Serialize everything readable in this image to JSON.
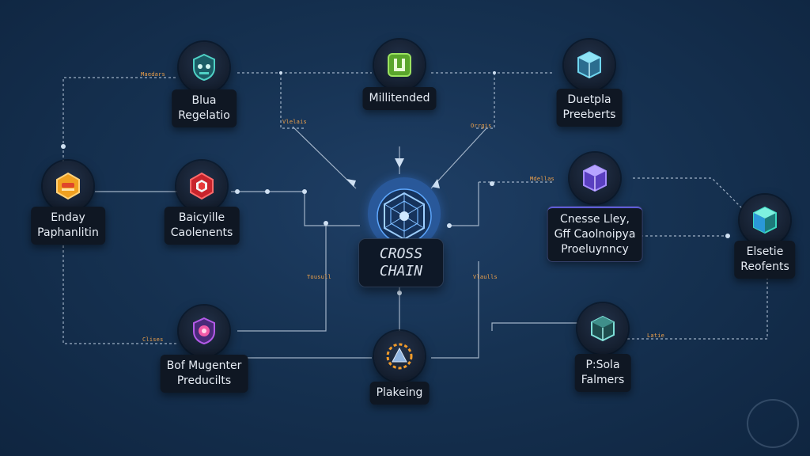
{
  "center": {
    "line1": "CROSS",
    "line2": "CHAIN"
  },
  "nodes": [
    {
      "id": "blua",
      "lines": [
        "Blua",
        "Regelatio"
      ],
      "icon": "shield-robot-icon",
      "accent": "#4fd1c5"
    },
    {
      "id": "millitended",
      "lines": [
        "Millitended"
      ],
      "icon": "green-chip-icon",
      "accent": "#7bd24a"
    },
    {
      "id": "duetpla",
      "lines": [
        "Duetpla",
        "Preeberts"
      ],
      "icon": "cyan-cube-icon",
      "accent": "#6fd6f0"
    },
    {
      "id": "enday",
      "lines": [
        "Enday",
        "Paphanlitin"
      ],
      "icon": "orange-hexagon-icon",
      "accent": "#f0a020"
    },
    {
      "id": "baicyille",
      "lines": [
        "Baicyille",
        "Caolenents"
      ],
      "icon": "red-hexagon-icon",
      "accent": "#e83a3a"
    },
    {
      "id": "cnesse",
      "lines": [
        "Cnesse Lley,",
        "Gff Caolnoipya",
        "Proeluynncy"
      ],
      "icon": "purple-cube-icon",
      "accent": "#8a6cf0"
    },
    {
      "id": "elsetie",
      "lines": [
        "Elsetie",
        "Reofents"
      ],
      "icon": "teal-cube-icon",
      "accent": "#3ad8c0"
    },
    {
      "id": "bof",
      "lines": [
        "Bof Mugenter",
        "Preducilts"
      ],
      "icon": "purple-badge-icon",
      "accent": "#b45ae8"
    },
    {
      "id": "plakeing",
      "lines": [
        "Plakeing"
      ],
      "icon": "orange-triangle-icon",
      "accent": "#f39c2a"
    },
    {
      "id": "psola",
      "lines": [
        "P:Sola",
        "Falmers"
      ],
      "icon": "glass-cube-icon",
      "accent": "#7ee0d8"
    }
  ],
  "tags": [
    "Maedars",
    "Vlelais",
    "Orrgis",
    "Mdellas",
    "Tousull",
    "Vlaulls",
    "Clises",
    "Latie"
  ],
  "colors": {
    "accent": "#4aa8ff",
    "wire": "#b9c8da",
    "tag": "#f0a24a"
  }
}
